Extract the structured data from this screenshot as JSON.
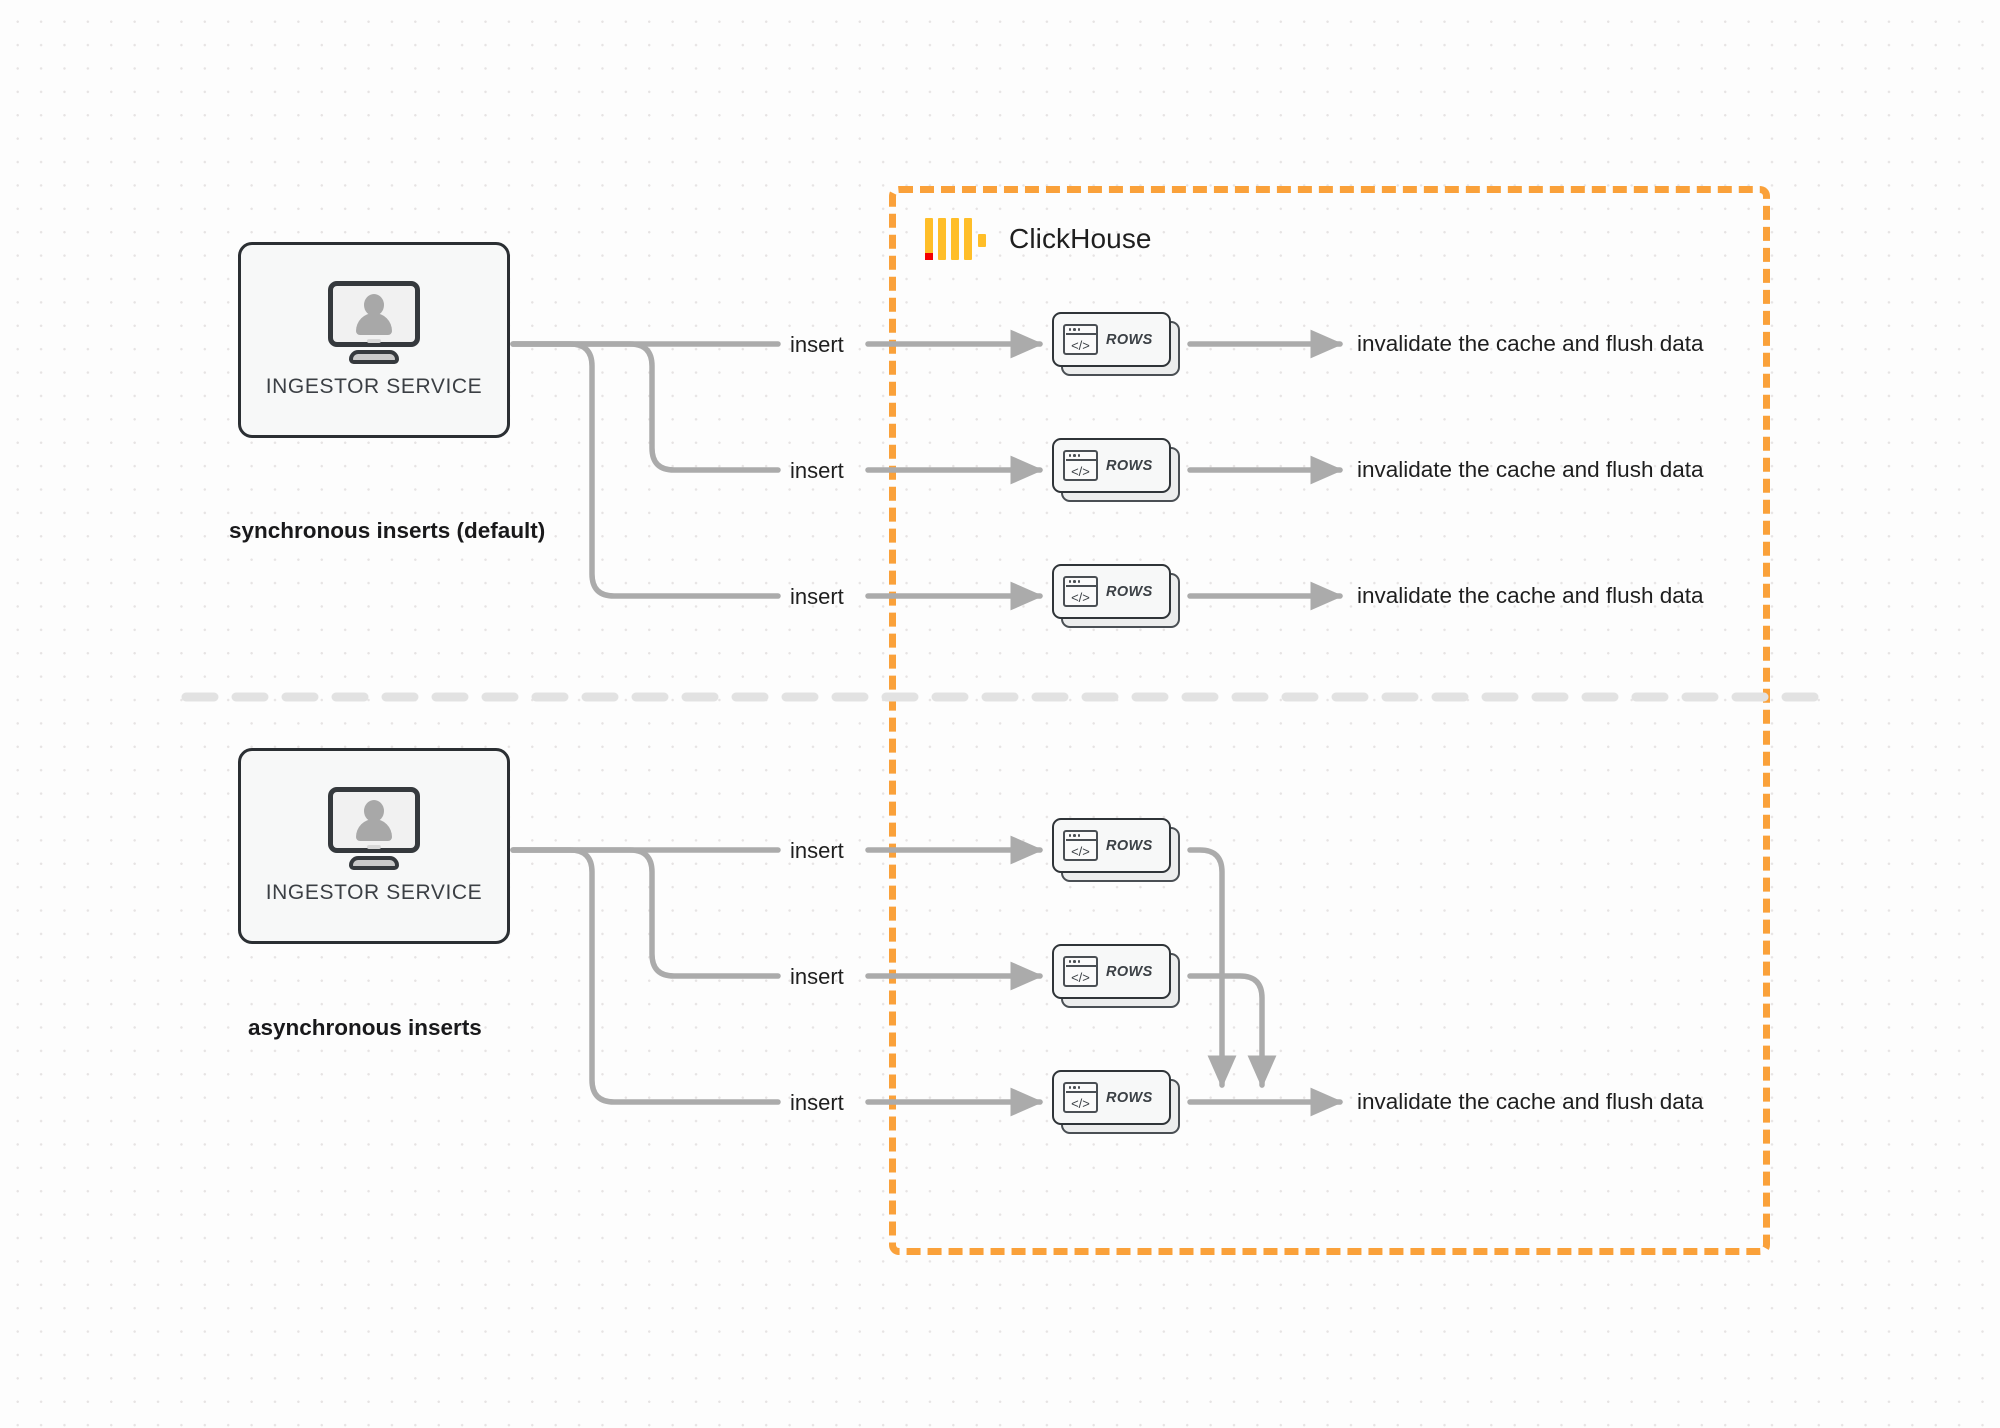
{
  "diagram": {
    "title": "ClickHouse synchronous vs asynchronous inserts",
    "colors": {
      "accent_orange": "#FAA13A",
      "logo_yellow": "#FFBE28",
      "logo_red": "#F40000",
      "edge_gray": "#ABABAB",
      "node_border": "#2F3438",
      "text": "#1F1F1F",
      "background": "#FDFDFD"
    }
  },
  "clickhouse": {
    "label": "ClickHouse",
    "logo_name": "clickhouse-logo"
  },
  "sections": [
    {
      "id": "synchronous",
      "label": "synchronous inserts (default)",
      "ingestor": {
        "label": "INGESTOR SERVICE",
        "icon": "monitor-user-icon"
      },
      "edges": [
        {
          "insert_label": "insert",
          "node_label": "ROWS",
          "result_label": "invalidate the cache and flush data"
        },
        {
          "insert_label": "insert",
          "node_label": "ROWS",
          "result_label": "invalidate the cache and flush data"
        },
        {
          "insert_label": "insert",
          "node_label": "ROWS",
          "result_label": "invalidate the cache and flush data"
        }
      ]
    },
    {
      "id": "asynchronous",
      "label": "asynchronous inserts",
      "ingestor": {
        "label": "INGESTOR SERVICE",
        "icon": "monitor-user-icon"
      },
      "edges": [
        {
          "insert_label": "insert",
          "node_label": "ROWS"
        },
        {
          "insert_label": "insert",
          "node_label": "ROWS"
        },
        {
          "insert_label": "insert",
          "node_label": "ROWS"
        }
      ],
      "result_label": "invalidate the cache and flush data"
    }
  ]
}
